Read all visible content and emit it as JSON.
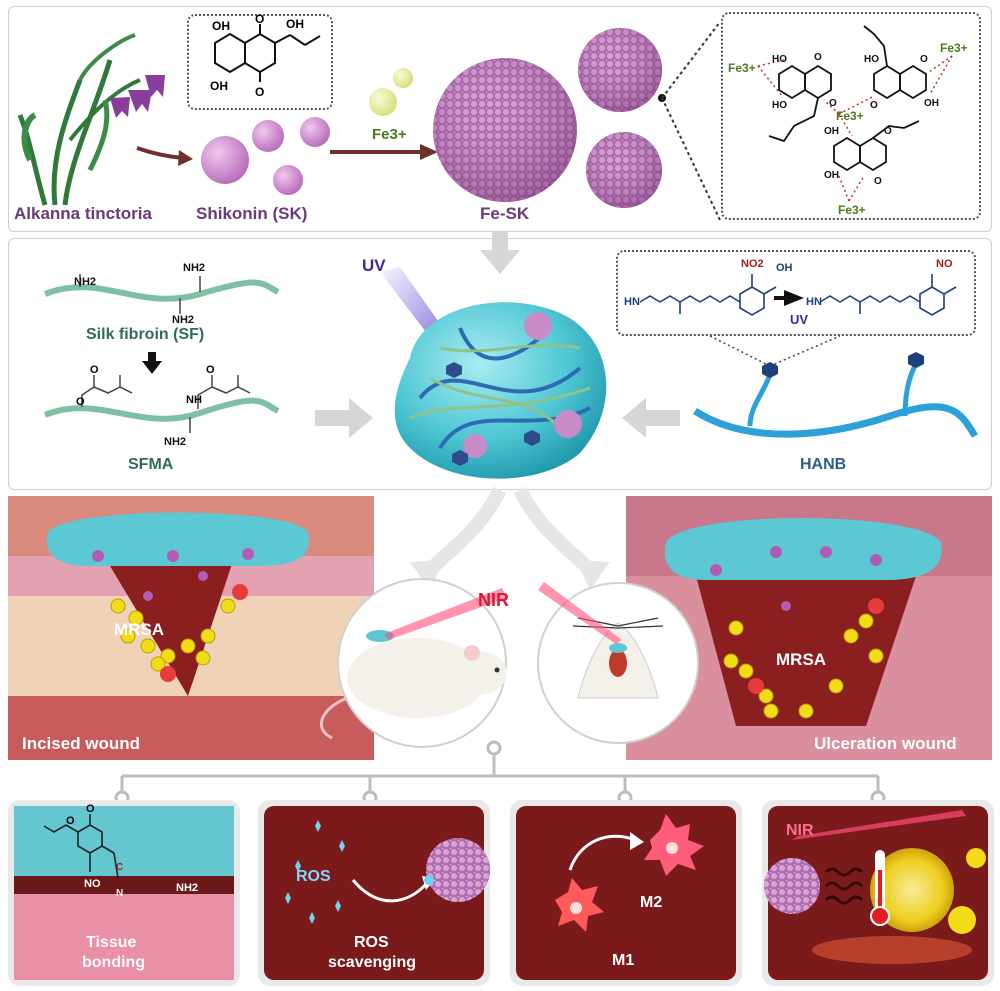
{
  "top": {
    "plant_label": "Alkanna tinctoria",
    "sk_label": "Shikonin (SK)",
    "fe_ion": "Fe3+",
    "fesk_label": "Fe-SK",
    "chem_oh": "OH",
    "chem_o": "O",
    "chem_ho": "HO",
    "chem_fe": "Fe3+"
  },
  "middle": {
    "silk_label": "Silk fibroin (SF)",
    "sfma_label": "SFMA",
    "nh2": "NH2",
    "uv_label": "UV",
    "hanb_label": "HANB",
    "hanb_uv": "UV",
    "no2": "NO2",
    "hanb_oh": "OH",
    "hn": "HN",
    "h": "H",
    "no": "NO"
  },
  "wounds": {
    "mrsa": "MRSA",
    "incised": "Incised wound",
    "ulceration": "Ulceration wound",
    "nir": "NIR"
  },
  "bottom": {
    "tissue_bonding": [
      "Tissue",
      "bonding"
    ],
    "ros": "ROS",
    "ros_scavenging": [
      "ROS",
      "scavenging"
    ],
    "m1": "M1",
    "m2": "M2",
    "nir": "NIR",
    "no": "NO",
    "nh2": "NH2"
  },
  "colors": {
    "fesk_pink": "#c98ac8",
    "hydrogel_cyan": "#4fc7d4",
    "wound_dark": "#8b1e1e",
    "mrsa_yellow": "#f2dc18",
    "panel_maroon": "#7a1a1a",
    "label_purple": "#6b3a7a",
    "label_green": "#2f6e55"
  },
  "icons": [
    "plant-icon",
    "nanoparticle-icon",
    "hydrogel-icon",
    "mouse-icon",
    "rat-head-icon",
    "macrophage-icon",
    "thermometer-icon",
    "arrow-icon"
  ]
}
